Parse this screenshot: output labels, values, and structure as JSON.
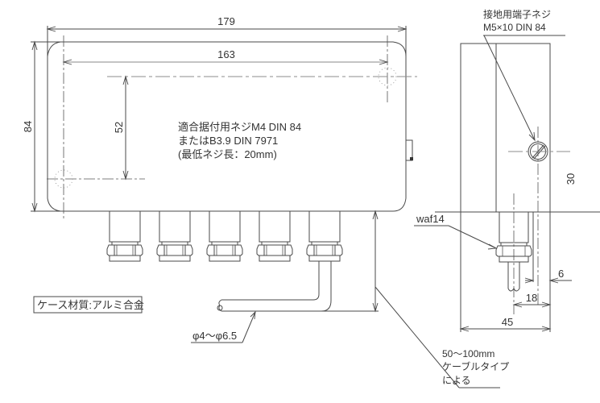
{
  "drawing": {
    "front_view": {
      "dim_overall_width": "179",
      "dim_hole_pitch_width": "163",
      "dim_overall_height": "84",
      "dim_hole_pitch_height": "52",
      "mounting_note": {
        "line1": "適合据付用ネジM4 DIN 84",
        "line2": "またはB3.9 DIN 7971",
        "line3": "(最低ネジ長：20mm)"
      },
      "gland_count": 5
    },
    "material_label": "ケース材質:アルミ合金",
    "cable_diameter_label": "φ4〜φ6.5",
    "cable_length_note": {
      "line1": "50〜100mm",
      "line2": "ケーブルタイプ",
      "line3": "による"
    },
    "side_view": {
      "ground_screw_note": {
        "line1": "接地用端子ネジ",
        "line2": "M5×10 DIN 84"
      },
      "dim_screw_height": "30",
      "wrench_size_label": "waf14",
      "dim_offset_small": "6",
      "dim_offset_gland": "18",
      "dim_overall_depth": "45"
    },
    "icons": {
      "mounting-hole": "dotted-circle",
      "ground-screw": "slotted-screw-head",
      "cable-gland": "hex-nut-gland"
    },
    "colors": {
      "line": "#4a4a4a",
      "hidden": "#999999",
      "background": "#ffffff"
    }
  }
}
